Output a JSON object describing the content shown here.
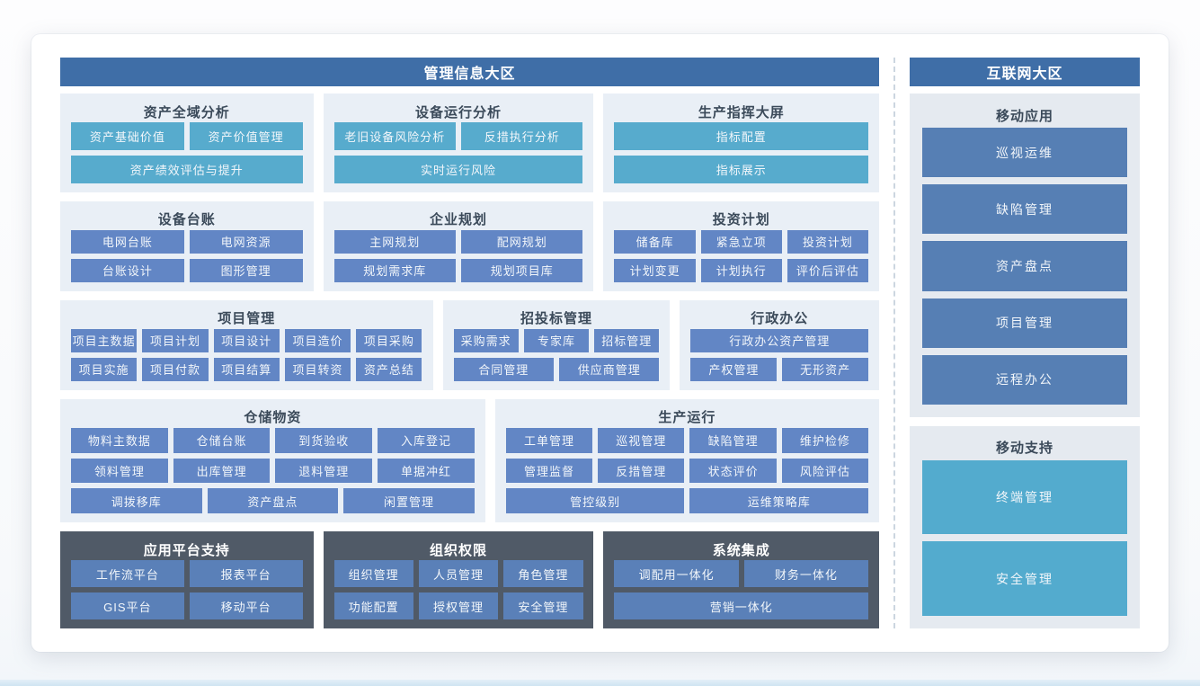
{
  "zones": {
    "left_title": "管理信息大区",
    "right_title": "互联网大区"
  },
  "colors": {
    "header": "#3f6ea7",
    "panel": "#e9eff6",
    "teal": "#57abcd",
    "blue": "#6286c5",
    "dark_bg": "#505a67",
    "dark_btn": "#5a80b8",
    "right_panel": "#e5eaf0",
    "right_blue": "#567fb4",
    "teal2": "#53abce",
    "title": "#3b4a5a",
    "btn_text": "#f2f6fa"
  },
  "left_rows": [
    {
      "sections": [
        {
          "title": "资产全域分析",
          "theme": "teal",
          "rows": [
            [
              "资产基础价值",
              "资产价值管理"
            ],
            [
              "资产绩效评估与提升"
            ]
          ]
        },
        {
          "title": "设备运行分析",
          "theme": "teal",
          "rows": [
            [
              "老旧设备风险分析",
              "反措执行分析"
            ],
            [
              "实时运行风险"
            ]
          ]
        },
        {
          "title": "生产指挥大屏",
          "theme": "teal",
          "rows": [
            [
              "指标配置"
            ],
            [
              "指标展示"
            ]
          ]
        }
      ]
    },
    {
      "sections": [
        {
          "title": "设备台账",
          "theme": "blue",
          "rows": [
            [
              "电网台账",
              "电网资源"
            ],
            [
              "台账设计",
              "图形管理"
            ]
          ]
        },
        {
          "title": "企业规划",
          "theme": "blue",
          "rows": [
            [
              "主网规划",
              "配网规划"
            ],
            [
              "规划需求库",
              "规划项目库"
            ]
          ]
        },
        {
          "title": "投资计划",
          "theme": "blue",
          "rows": [
            [
              "储备库",
              "紧急立项",
              "投资计划"
            ],
            [
              "计划变更",
              "计划执行",
              "评价后评估"
            ]
          ]
        }
      ]
    },
    {
      "sections": [
        {
          "title": "项目管理",
          "theme": "blue",
          "rows": [
            [
              "项目主数据",
              "项目计划",
              "项目设计",
              "项目造价",
              "项目采购"
            ],
            [
              "项目实施",
              "项目付款",
              "项目结算",
              "项目转资",
              "资产总结"
            ]
          ]
        },
        {
          "title": "招投标管理",
          "theme": "blue",
          "rows": [
            [
              "采购需求",
              "专家库",
              "招标管理"
            ],
            [
              "合同管理",
              "供应商管理"
            ]
          ]
        },
        {
          "title": "行政办公",
          "theme": "blue",
          "rows": [
            [
              "行政办公资产管理"
            ],
            [
              "产权管理",
              "无形资产"
            ]
          ]
        }
      ]
    },
    {
      "sections": [
        {
          "title": "仓储物资",
          "theme": "blue",
          "rows": [
            [
              "物料主数据",
              "仓储台账",
              "到货验收",
              "入库登记"
            ],
            [
              "领料管理",
              "出库管理",
              "退料管理",
              "单据冲红"
            ],
            [
              "调拨移库",
              "资产盘点",
              "闲置管理"
            ]
          ]
        },
        {
          "title": "生产运行",
          "theme": "blue",
          "rows": [
            [
              "工单管理",
              "巡视管理",
              "缺陷管理",
              "维护检修"
            ],
            [
              "管理监督",
              "反措管理",
              "状态评价",
              "风险评估"
            ],
            [
              "管控级别",
              "运维策略库"
            ]
          ]
        }
      ]
    },
    {
      "sections": [
        {
          "title": "应用平台支持",
          "theme": "dark",
          "rows": [
            [
              "工作流平台",
              "报表平台"
            ],
            [
              "GIS平台",
              "移动平台"
            ]
          ]
        },
        {
          "title": "组织权限",
          "theme": "dark",
          "rows": [
            [
              "组织管理",
              "人员管理",
              "角色管理"
            ],
            [
              "功能配置",
              "授权管理",
              "安全管理"
            ]
          ]
        },
        {
          "title": "系统集成",
          "theme": "dark",
          "rows": [
            [
              "调配用一体化",
              "财务一体化"
            ],
            [
              "营销一体化"
            ]
          ]
        }
      ]
    }
  ],
  "right_panels": [
    {
      "title": "移动应用",
      "theme": "blue",
      "buttons": [
        "巡视运维",
        "缺陷管理",
        "资产盘点",
        "项目管理",
        "远程办公"
      ]
    },
    {
      "title": "移动支持",
      "theme": "teal",
      "buttons": [
        "终端管理",
        "安全管理"
      ]
    }
  ]
}
